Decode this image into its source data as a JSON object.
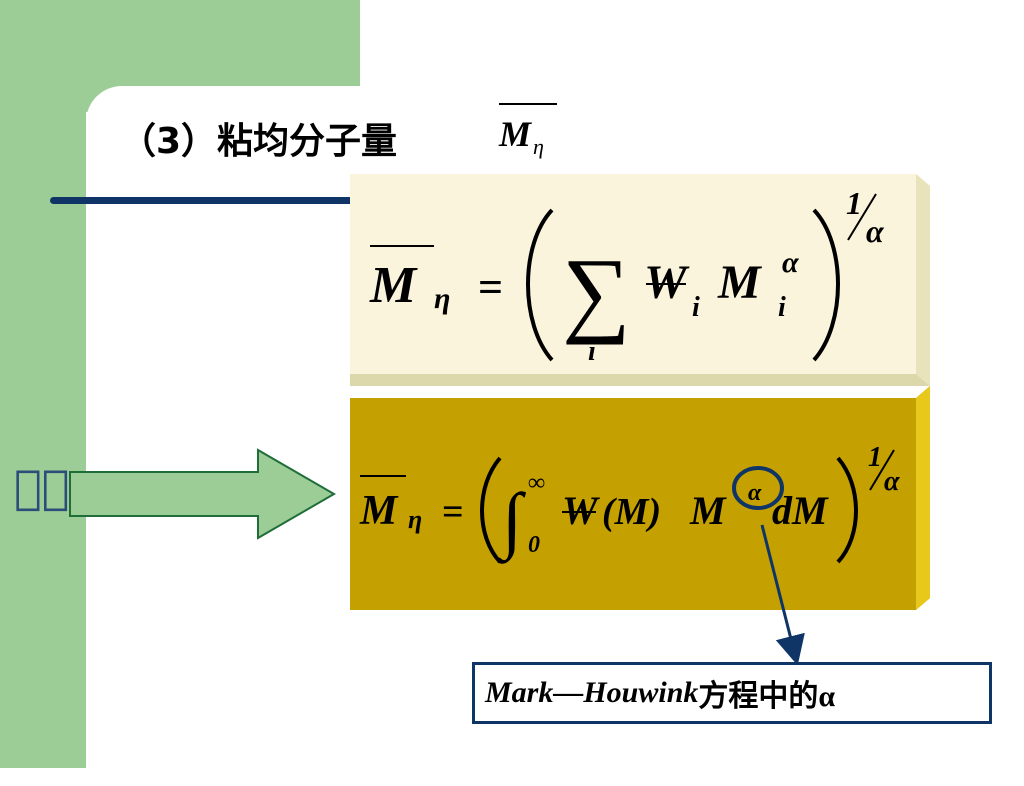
{
  "title": {
    "text": "（3）粘均分子量",
    "symbol": {
      "letter": "M",
      "subscript": "η"
    }
  },
  "formula_sum": {
    "lhs_letter": "M",
    "lhs_subscript": "η",
    "equals": "=",
    "sum_sign": "∑",
    "sum_index": "i",
    "w_letter": "W",
    "w_subscript": "i",
    "m_letter": "M",
    "m_subscript": "i",
    "m_superscript": "α",
    "exponent_numerator": "1",
    "exponent_denominator": "α"
  },
  "formula_integral": {
    "lhs_letter": "M",
    "lhs_subscript": "η",
    "equals": "=",
    "integral_sign": "∫",
    "lower_limit": "0",
    "upper_limit": "∞",
    "w_letter": "W",
    "w_argument": "(M)",
    "m_letter": "M",
    "m_superscript": "α",
    "differential": "dM",
    "exponent_numerator": "1",
    "exponent_denominator": "α"
  },
  "arrow_label": "",
  "arrow_placeholder": "􀀀􀀀",
  "callout": {
    "italic_text": "Mark—Houwink",
    "plain_text": "方程中的α"
  },
  "colors": {
    "sidebar_green": "#9dcd97",
    "rule_blue": "#0f3566",
    "light_box": "#fbf4dd",
    "gold_box": "#c4a000",
    "arrow_fill": "#9dcd97",
    "arrow_stroke": "#1f6e3a"
  }
}
